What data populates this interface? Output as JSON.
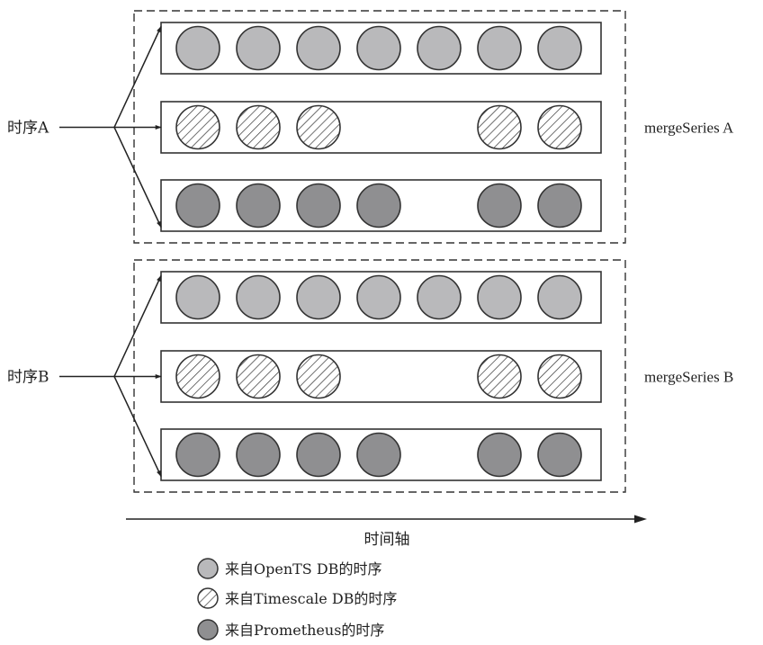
{
  "colors": {
    "opents": "#b9b9bb",
    "timescale_fill": "#ffffff",
    "prometheus": "#8f8f91",
    "stroke": "#333333"
  },
  "time_axis_label": "时间轴",
  "groups": [
    {
      "source_label": "时序A",
      "merge_label": "mergeSeries A",
      "rows": [
        {
          "source": "opents",
          "slots": [
            1,
            1,
            1,
            1,
            1,
            1,
            1
          ]
        },
        {
          "source": "timescale",
          "slots": [
            1,
            1,
            1,
            0,
            0,
            1,
            1
          ]
        },
        {
          "source": "prometheus",
          "slots": [
            1,
            1,
            1,
            1,
            0,
            1,
            1
          ]
        }
      ]
    },
    {
      "source_label": "时序B",
      "merge_label": "mergeSeries B",
      "rows": [
        {
          "source": "opents",
          "slots": [
            1,
            1,
            1,
            1,
            1,
            1,
            1
          ]
        },
        {
          "source": "timescale",
          "slots": [
            1,
            1,
            1,
            0,
            0,
            1,
            1
          ]
        },
        {
          "source": "prometheus",
          "slots": [
            1,
            1,
            1,
            1,
            0,
            1,
            1
          ]
        }
      ]
    }
  ],
  "legend": [
    {
      "source": "opents",
      "label": "来自OpenTS DB的时序"
    },
    {
      "source": "timescale",
      "label": "来自Timescale DB的时序"
    },
    {
      "source": "prometheus",
      "label": "来自Prometheus的时序"
    }
  ]
}
